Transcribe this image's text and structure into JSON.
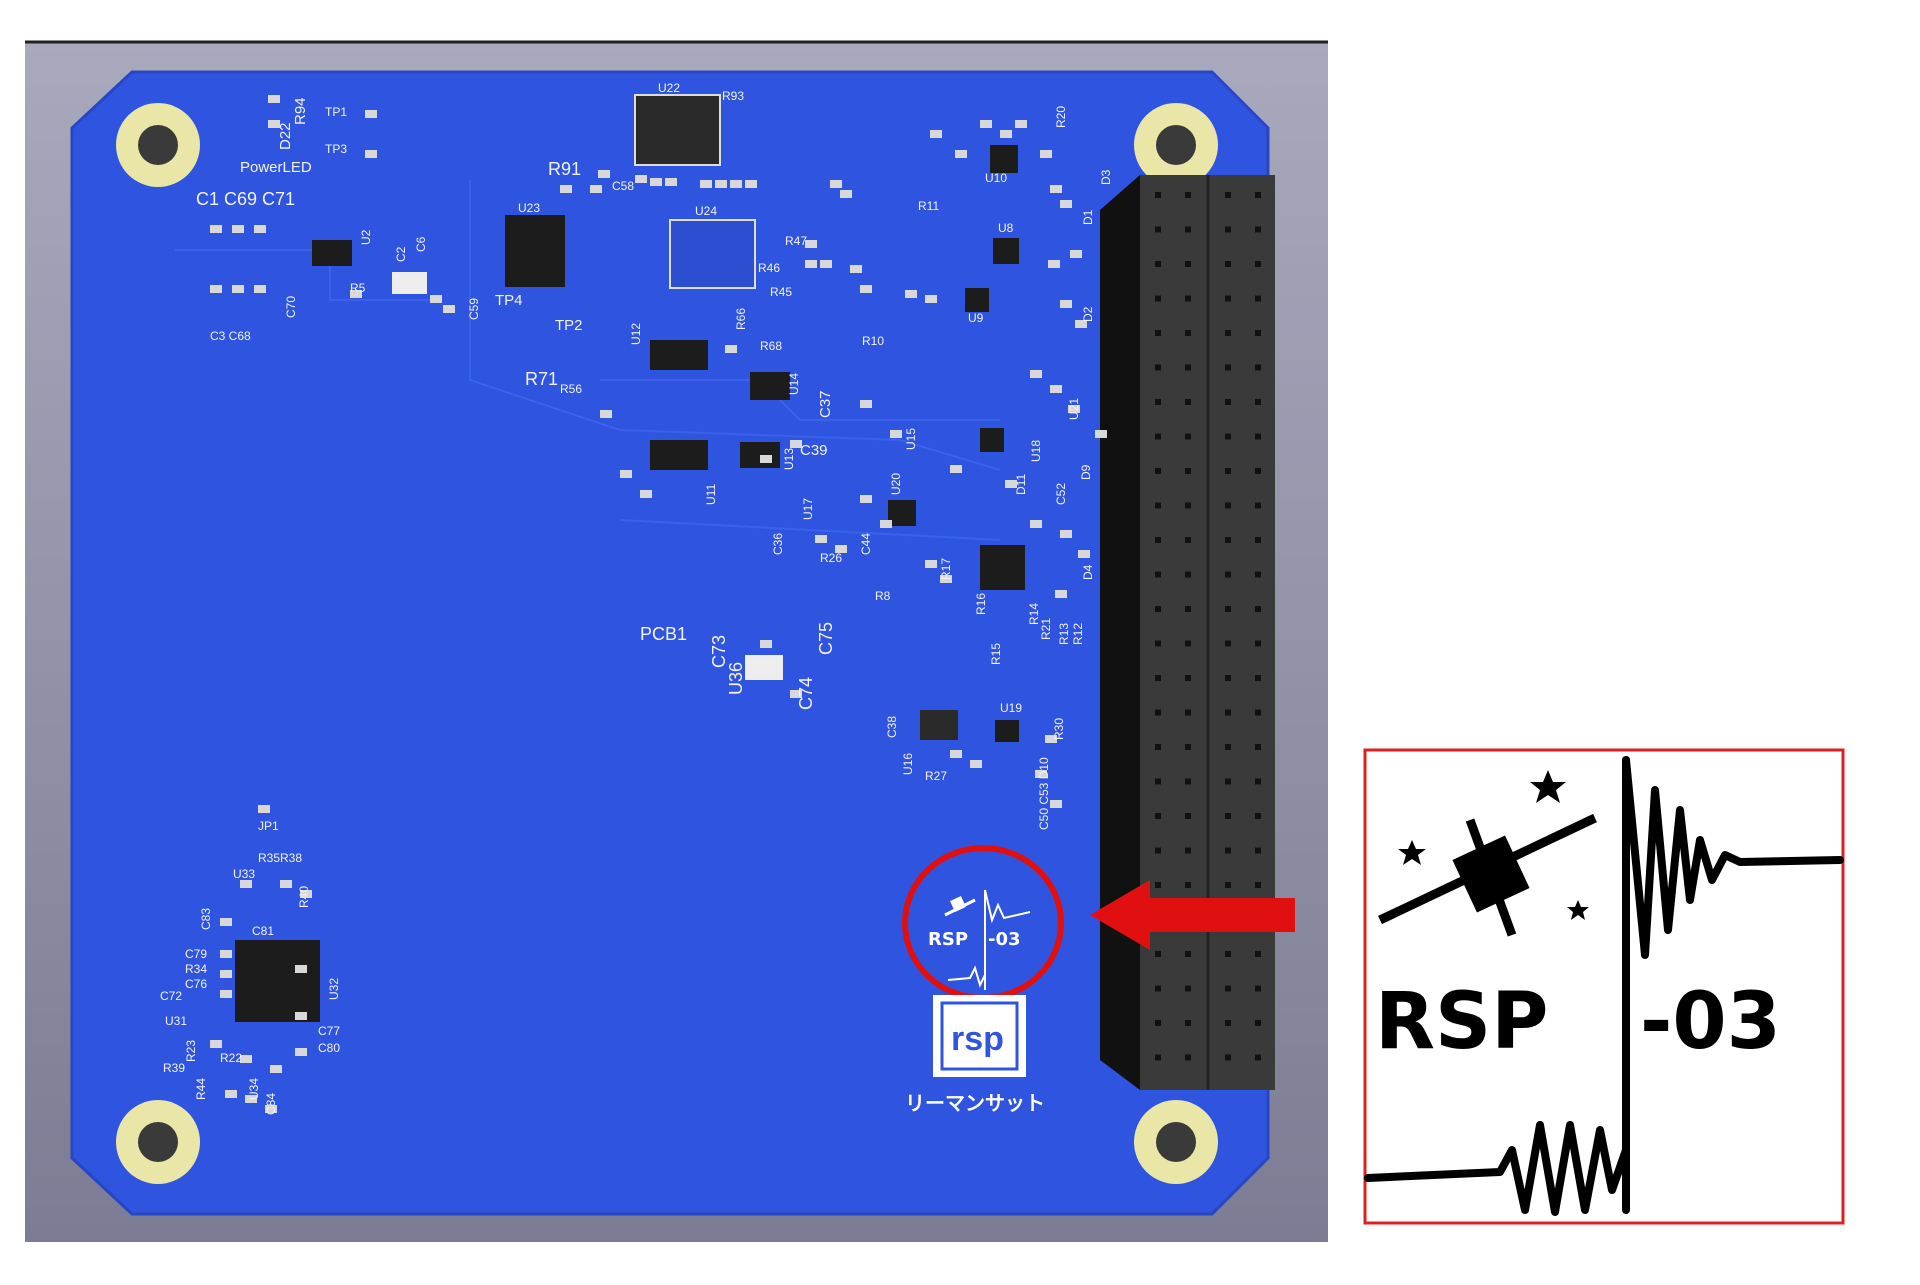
{
  "board": {
    "colors": {
      "soldermask": "#2f55e0",
      "soldermask_dark": "#1f3fb8",
      "silkscreen": "#f2f2f2",
      "pad": "#e9e6a8",
      "chip": "#1c1c1c",
      "header": "#3a3a3a",
      "background": "#8f8fa6"
    },
    "labels": {
      "r94": "R94",
      "d22": "D22",
      "tp1": "TP1",
      "tp3": "TP3",
      "power_led": "PowerLED",
      "u22": "U22",
      "r93": "R93",
      "r91": "R91",
      "c58": "C58",
      "u23": "U23",
      "u24": "U24",
      "c1_c69_c71": "C1 C69 C71",
      "c3_c68": "C3 C68",
      "c70": "C70",
      "r5": "R5",
      "u2": "U2",
      "c2": "C2",
      "c6": "C6",
      "c59": "C59",
      "tp4": "TP4",
      "tp2": "TP2",
      "r47": "R47",
      "r46": "R46",
      "r45": "R45",
      "r66": "R66",
      "r68": "R68",
      "r71": "R71",
      "r56": "R56",
      "u12": "U12",
      "u11": "U11",
      "u13": "U13",
      "u14": "U14",
      "c37": "C37",
      "c39": "C39",
      "c36": "C36",
      "c44": "C44",
      "r26": "R26",
      "u17": "U17",
      "u15": "U15",
      "u20": "U20",
      "r8": "R8",
      "r17": "R17",
      "r15": "R15",
      "r16": "R16",
      "u10": "U10",
      "u9": "U9",
      "u8": "U8",
      "r10": "R10",
      "r11": "R11",
      "r20": "R20",
      "d3": "D3",
      "d1": "D1",
      "d2": "D2",
      "u21": "U21",
      "u18": "U18",
      "d11": "D11",
      "c52": "C52",
      "d9": "D9",
      "d4": "D4",
      "r13": "R13",
      "r12": "R12",
      "r14": "R14",
      "r21": "R21",
      "pcb1": "PCB1",
      "c73": "C73",
      "c75": "C75",
      "u36": "U36",
      "c74": "C74",
      "u19": "U19",
      "c38": "C38",
      "u16": "U16",
      "r27": "R27",
      "r30": "R30",
      "c50_c53_d10": "C50 C53 D10",
      "jp1": "JP1",
      "r35r38": "R35R38",
      "u33": "U33",
      "r40": "R40",
      "c83": "C83",
      "c81": "C81",
      "c79": "C79",
      "r34": "R34",
      "c76": "C76",
      "c72": "C72",
      "u31": "U31",
      "u32": "U32",
      "c77": "C77",
      "c80": "C80",
      "r23": "R23",
      "r22": "R22",
      "r39": "R39",
      "r44": "R44",
      "u34": "U34",
      "c84": "C84",
      "brand_box": "rsp",
      "brand_name": "リーマンサット"
    },
    "mini_logo": {
      "left": "RSP",
      "right": "-03"
    }
  },
  "inset": {
    "logo": {
      "left": "RSP",
      "right": "-03"
    },
    "border_color": "#e02020"
  },
  "callout": {
    "color": "#e01010"
  }
}
